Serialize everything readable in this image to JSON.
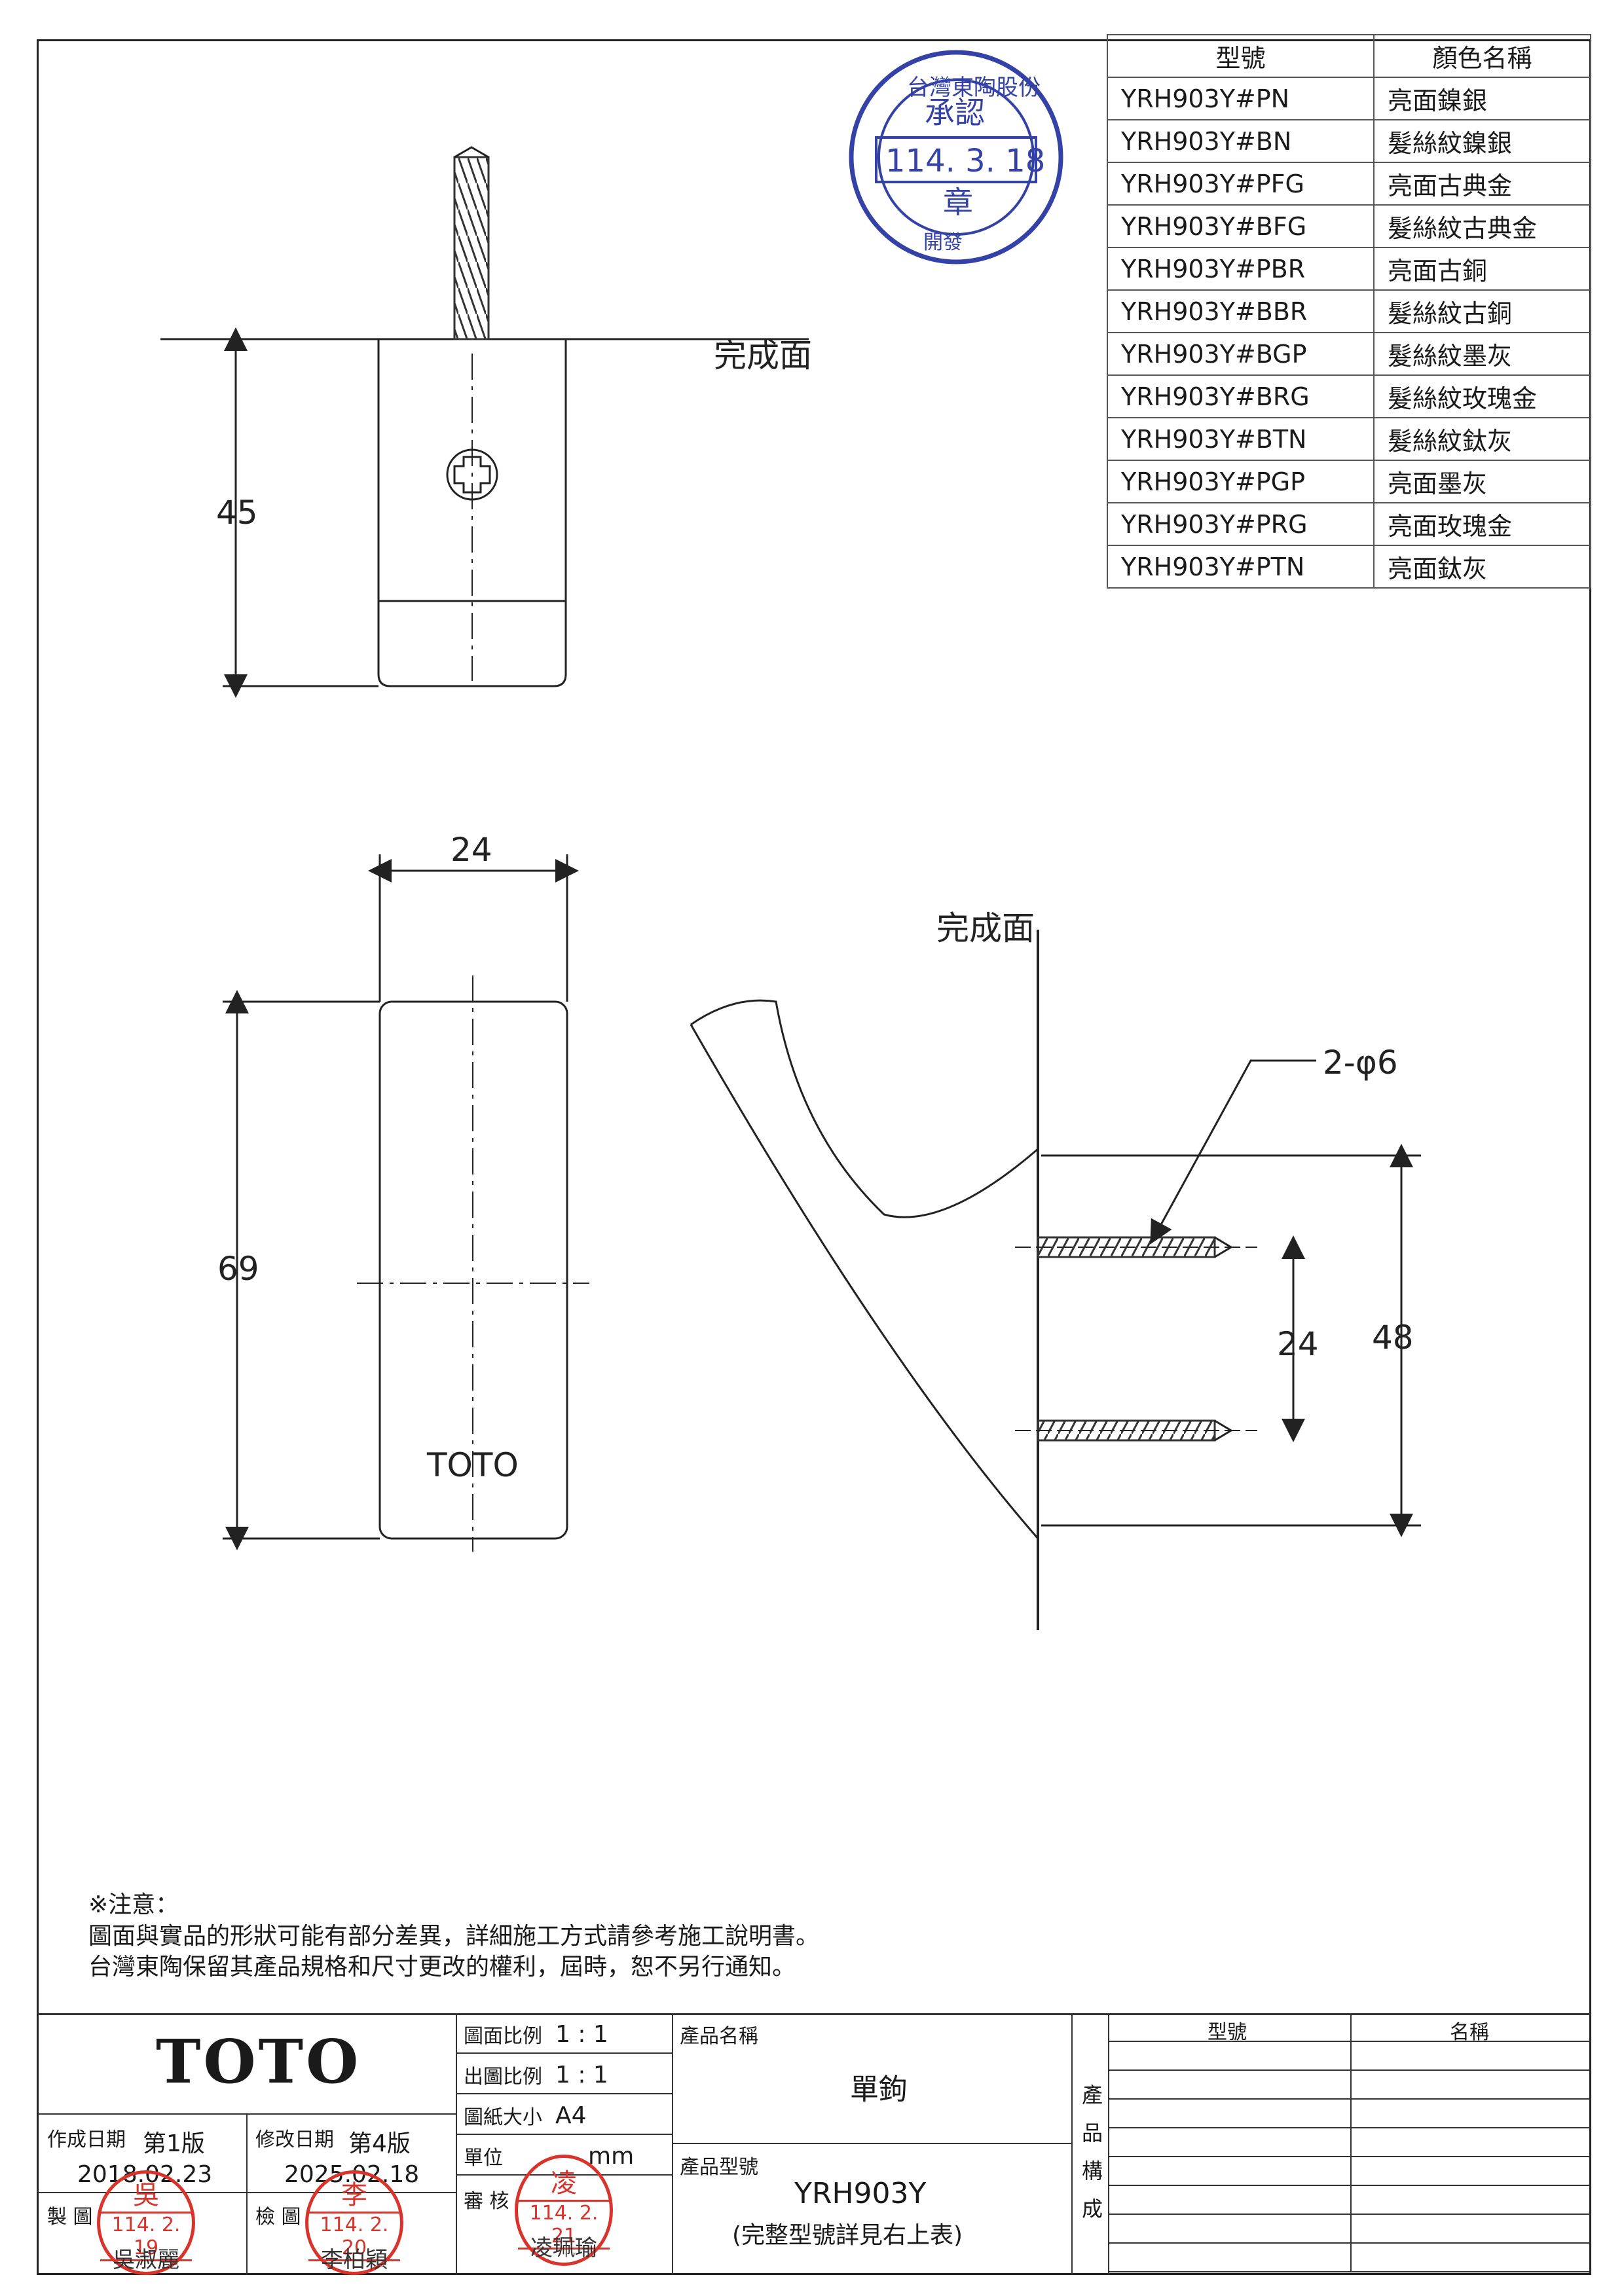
{
  "stamp": {
    "org": "台灣東陶股份",
    "top": "承認",
    "date": "114. 3. 18",
    "mid": "章",
    "bottom": "開發"
  },
  "color_table": {
    "headers": [
      "型號",
      "顏色名稱"
    ],
    "rows": [
      [
        "YRH903Y#PN",
        "亮面鎳銀"
      ],
      [
        "YRH903Y#BN",
        "髮絲紋鎳銀"
      ],
      [
        "YRH903Y#PFG",
        "亮面古典金"
      ],
      [
        "YRH903Y#BFG",
        "髮絲紋古典金"
      ],
      [
        "YRH903Y#PBR",
        "亮面古銅"
      ],
      [
        "YRH903Y#BBR",
        "髮絲紋古銅"
      ],
      [
        "YRH903Y#BGP",
        "髮絲紋墨灰"
      ],
      [
        "YRH903Y#BRG",
        "髮絲紋玫瑰金"
      ],
      [
        "YRH903Y#BTN",
        "髮絲紋鈦灰"
      ],
      [
        "YRH903Y#PGP",
        "亮面墨灰"
      ],
      [
        "YRH903Y#PRG",
        "亮面玫瑰金"
      ],
      [
        "YRH903Y#PTN",
        "亮面鈦灰"
      ]
    ]
  },
  "drawing": {
    "finish_face_label": "完成面",
    "dim_height_top": "45",
    "dim_width": "24",
    "dim_height_front": "69",
    "dim_screw_spacing": "24",
    "dim_overall_side": "48",
    "screw_callout": "2-φ6",
    "logo_mark": "TOTO"
  },
  "notes": {
    "title": "※注意：",
    "line1": "圖面與實品的形狀可能有部分差異，詳細施工方式請參考施工說明書。",
    "line2": "台灣東陶保留其產品規格和尺寸更改的權利，屆時，恕不另行通知。"
  },
  "title_block": {
    "brand": "TOTO",
    "created_label": "作成日期",
    "created_version": "第1版",
    "created_date": "2018.02.23",
    "revised_label": "修改日期",
    "revised_version": "第4版",
    "revised_date": "2025.02.18",
    "drawing_scale_label": "圖面比例",
    "drawing_scale": "1 : 1",
    "print_scale_label": "出圖比例",
    "print_scale": "1 : 1",
    "paper_size_label": "圖紙大小",
    "paper_size": "A4",
    "unit_label": "單位",
    "unit": "mm",
    "made_label": "製 圖",
    "check_label": "檢 圖",
    "review_label": "審 核",
    "product_name_label": "產品名稱",
    "product_name": "單鉤",
    "product_model_label": "產品型號",
    "product_model": "YRH903Y",
    "product_model_note": "(完整型號詳見右上表)",
    "composition_label": [
      "產",
      "品",
      "構",
      "成"
    ],
    "comp_headers": [
      "型號",
      "名稱"
    ],
    "seals": [
      {
        "top": "吳",
        "date": "114. 2. 19",
        "name": "吳淑麗"
      },
      {
        "top": "李",
        "date": "114. 2. 20",
        "name": "李柏穎"
      },
      {
        "top": "凌",
        "date": "114. 2. 21",
        "name": "凌珮瑜"
      }
    ]
  }
}
